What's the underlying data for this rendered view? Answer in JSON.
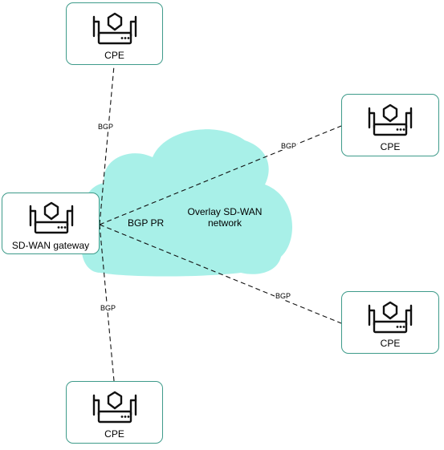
{
  "cloud": {
    "color": "#a8f0e8",
    "label_line1": "Overlay SD-WAN",
    "label_line2": "network",
    "rr_label": "BGP PR"
  },
  "nodes": {
    "gateway": {
      "label": "SD-WAN gateway"
    },
    "cpe_top": {
      "label": "CPE"
    },
    "cpe_right_top": {
      "label": "CPE"
    },
    "cpe_right_bottom": {
      "label": "CPE"
    },
    "cpe_bottom": {
      "label": "CPE"
    }
  },
  "edges": {
    "top": {
      "label": "BGP"
    },
    "right_top": {
      "label": "BGP"
    },
    "right_bottom": {
      "label": "BGP"
    },
    "bottom": {
      "label": "BGP"
    }
  },
  "colors": {
    "node_border": "#3e9b8a",
    "icon_stroke": "#111111",
    "line": "#111111"
  }
}
